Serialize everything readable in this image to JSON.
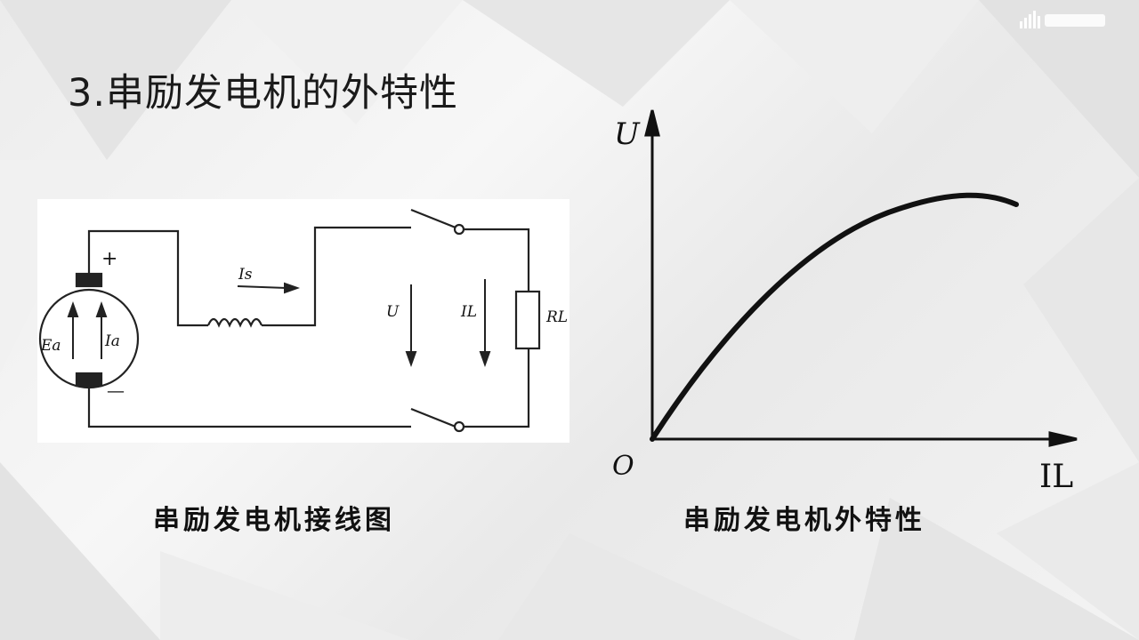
{
  "slide": {
    "title": "3.串励发电机的外特性"
  },
  "circuit": {
    "labels": {
      "plus": "+",
      "minus": "—",
      "ea": "Ea",
      "ia": "Ia",
      "is": "Is",
      "u": "U",
      "il": "IL",
      "rl": "RL"
    },
    "caption": "串励发电机接线图"
  },
  "graph": {
    "y_axis_label": "U",
    "x_axis_label": "IL",
    "origin_label": "O",
    "caption": "串励发电机外特性"
  },
  "logo": {
    "icon": "bar-logo-icon"
  }
}
